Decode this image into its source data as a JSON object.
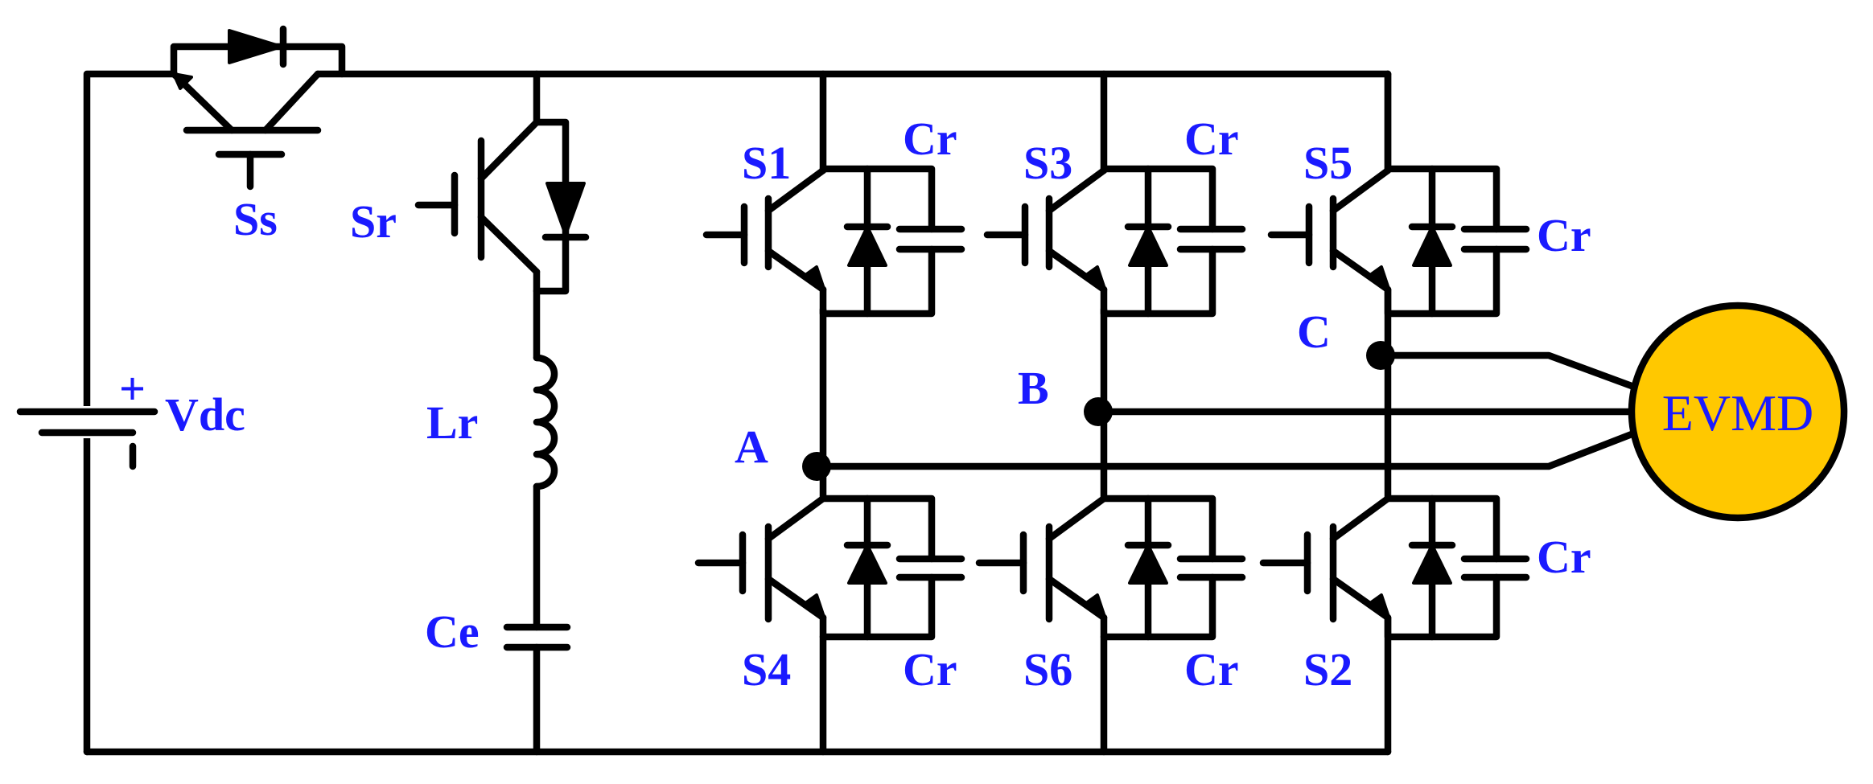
{
  "colors": {
    "wire": "#000000",
    "label": "#1a1aff",
    "motor_fill": "#ffc800",
    "motor_stroke": "#000000"
  },
  "labels": {
    "ss": "Ss",
    "sr": "Sr",
    "vdc": "Vdc",
    "plus": "+",
    "lr": "Lr",
    "ce": "Ce",
    "s1": "S1",
    "s3": "S3",
    "s5": "S5",
    "s4": "S4",
    "s6": "S6",
    "s2": "S2",
    "cr": "Cr",
    "phase_a": "A",
    "phase_b": "B",
    "phase_c": "C",
    "motor": "EVMD"
  }
}
